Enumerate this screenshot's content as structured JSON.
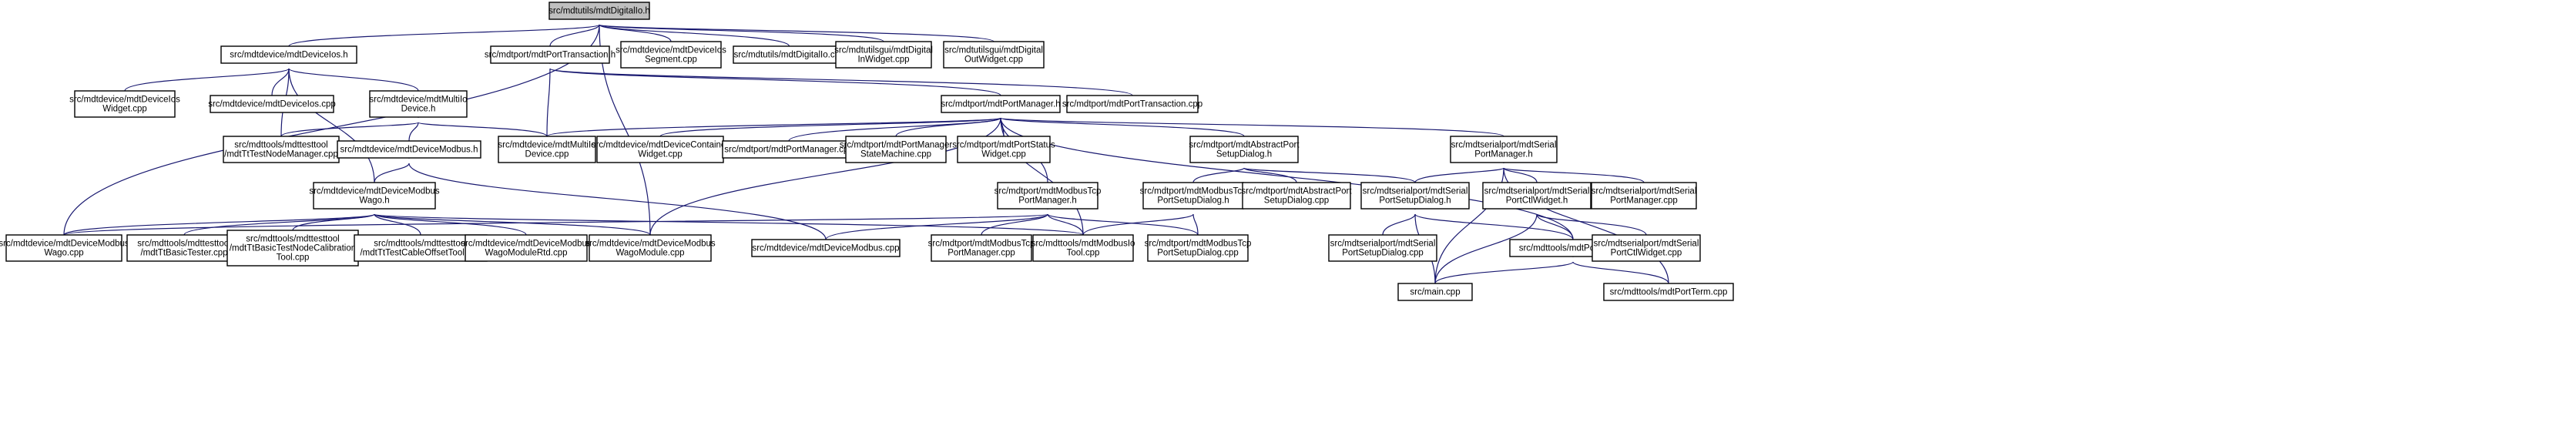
{
  "graph": {
    "nodes": [
      {
        "id": "root",
        "lines": [
          "src/mdtutils/mdtDigitalIo.h"
        ],
        "root": true
      },
      {
        "id": "deviceios_h",
        "lines": [
          "src/mdtdevice/mdtDeviceIos.h"
        ]
      },
      {
        "id": "porttransaction_h",
        "lines": [
          "src/mdtport/mdtPortTransaction.h"
        ]
      },
      {
        "id": "deviceiossegment_cpp",
        "lines": [
          "src/mdtdevice/mdtDeviceIos",
          "Segment.cpp"
        ]
      },
      {
        "id": "digitalio_cpp",
        "lines": [
          "src/mdtutils/mdtDigitalIo.cpp"
        ]
      },
      {
        "id": "digitalinwidget_cpp",
        "lines": [
          "src/mdtutilsgui/mdtDigital",
          "InWidget.cpp"
        ]
      },
      {
        "id": "digitaloutwidget_cpp",
        "lines": [
          "src/mdtutilsgui/mdtDigital",
          "OutWidget.cpp"
        ]
      },
      {
        "id": "deviceioswidget_cpp",
        "lines": [
          "src/mdtdevice/mdtDeviceIos",
          "Widget.cpp"
        ]
      },
      {
        "id": "deviceios_cpp",
        "lines": [
          "src/mdtdevice/mdtDeviceIos.cpp"
        ]
      },
      {
        "id": "multiiodevice_h",
        "lines": [
          "src/mdtdevice/mdtMultiIo",
          "Device.h"
        ]
      },
      {
        "id": "porttransaction_cpp",
        "lines": [
          "src/mdtport/mdtPortTransaction.cpp"
        ]
      },
      {
        "id": "portmanager_h",
        "lines": [
          "src/mdtport/mdtPortManager.h"
        ]
      },
      {
        "id": "testnodemanager_cpp",
        "lines": [
          "src/mdttools/mdttesttool",
          "/mdtTtTestNodeManager.cpp"
        ]
      },
      {
        "id": "devicemodbus_h",
        "lines": [
          "src/mdtdevice/mdtDeviceModbus.h"
        ]
      },
      {
        "id": "multiiodevice_cpp",
        "lines": [
          "src/mdtdevice/mdtMultiIo",
          "Device.cpp"
        ]
      },
      {
        "id": "devicecontainerwidget_cpp",
        "lines": [
          "src/mdtdevice/mdtDeviceContainer",
          "Widget.cpp"
        ]
      },
      {
        "id": "portmanager_cpp",
        "lines": [
          "src/mdtport/mdtPortManager.cpp"
        ]
      },
      {
        "id": "portmanagerstatemachine_cpp",
        "lines": [
          "src/mdtport/mdtPortManager",
          "StateMachine.cpp"
        ]
      },
      {
        "id": "portstatuswidget_cpp",
        "lines": [
          "src/mdtport/mdtPortStatus",
          "Widget.cpp"
        ]
      },
      {
        "id": "abstractportsetupdialog_h",
        "lines": [
          "src/mdtport/mdtAbstractPort",
          "SetupDialog.h"
        ]
      },
      {
        "id": "serialportmanager_h",
        "lines": [
          "src/mdtserialport/mdtSerial",
          "PortManager.h"
        ]
      },
      {
        "id": "devicemodbuswago_h",
        "lines": [
          "src/mdtdevice/mdtDeviceModbus",
          "Wago.h"
        ]
      },
      {
        "id": "modbustcpportmanager_h",
        "lines": [
          "src/mdtport/mdtModbusTcp",
          "PortManager.h"
        ]
      },
      {
        "id": "modbustcpportsetupdialog_h",
        "lines": [
          "src/mdtport/mdtModbusTcp",
          "PortSetupDialog.h"
        ]
      },
      {
        "id": "abstractportsetupdialog_cpp",
        "lines": [
          "src/mdtport/mdtAbstractPort",
          "SetupDialog.cpp"
        ]
      },
      {
        "id": "serialportsetupdialog_h",
        "lines": [
          "src/mdtserialport/mdtSerial",
          "PortSetupDialog.h"
        ]
      },
      {
        "id": "serialportctlwidget_h",
        "lines": [
          "src/mdtserialport/mdtSerial",
          "PortCtlWidget.h"
        ]
      },
      {
        "id": "serialportmanager_cpp",
        "lines": [
          "src/mdtserialport/mdtSerial",
          "PortManager.cpp"
        ]
      },
      {
        "id": "devicemodbuswago_cpp",
        "lines": [
          "src/mdtdevice/mdtDeviceModbus",
          "Wago.cpp"
        ]
      },
      {
        "id": "basictester_cpp",
        "lines": [
          "src/mdttools/mdttesttool",
          "/mdtTtBasicTester.cpp"
        ]
      },
      {
        "id": "basictestnodecalibrationtool_cpp",
        "lines": [
          "src/mdttools/mdttesttool",
          "/mdtTtBasicTestNodeCalibration",
          "Tool.cpp"
        ]
      },
      {
        "id": "testcableoffsettool_cpp",
        "lines": [
          "src/mdttools/mdttesttool",
          "/mdtTtTestCableOffsetTool.cpp"
        ]
      },
      {
        "id": "devicemodbuswagomodulertd_cpp",
        "lines": [
          "src/mdtdevice/mdtDeviceModbus",
          "WagoModuleRtd.cpp"
        ]
      },
      {
        "id": "devicemodbuswagomodule_cpp",
        "lines": [
          "src/mdtdevice/mdtDeviceModbus",
          "WagoModule.cpp"
        ]
      },
      {
        "id": "devicemodbus_cpp",
        "lines": [
          "src/mdtdevice/mdtDeviceModbus.cpp"
        ]
      },
      {
        "id": "modbustcpportmanager_cpp",
        "lines": [
          "src/mdtport/mdtModbusTcp",
          "PortManager.cpp"
        ]
      },
      {
        "id": "modbusiotool_cpp",
        "lines": [
          "src/mdttools/mdtModbusIo",
          "Tool.cpp"
        ]
      },
      {
        "id": "modbustcpportsetupdialog_cpp",
        "lines": [
          "src/mdtport/mdtModbusTcp",
          "PortSetupDialog.cpp"
        ]
      },
      {
        "id": "serialportsetupdialog_cpp",
        "lines": [
          "src/mdtserialport/mdtSerial",
          "PortSetupDialog.cpp"
        ]
      },
      {
        "id": "portterm_h",
        "lines": [
          "src/mdttools/mdtPortTerm.h"
        ]
      },
      {
        "id": "serialportctlwidget_cpp",
        "lines": [
          "src/mdtserialport/mdtSerial",
          "PortCtlWidget.cpp"
        ]
      },
      {
        "id": "main_cpp",
        "lines": [
          "src/main.cpp"
        ]
      },
      {
        "id": "portterm_cpp",
        "lines": [
          "src/mdttools/mdtPortTerm.cpp"
        ]
      }
    ],
    "edges": [
      [
        "root",
        "deviceios_h"
      ],
      [
        "root",
        "porttransaction_h"
      ],
      [
        "root",
        "deviceiossegment_cpp"
      ],
      [
        "root",
        "digitalio_cpp"
      ],
      [
        "root",
        "digitalinwidget_cpp"
      ],
      [
        "root",
        "digitaloutwidget_cpp"
      ],
      [
        "root",
        "devicemodbuswago_cpp"
      ],
      [
        "root",
        "devicemodbuswagomodule_cpp"
      ],
      [
        "deviceios_h",
        "deviceioswidget_cpp"
      ],
      [
        "deviceios_h",
        "deviceios_cpp"
      ],
      [
        "deviceios_h",
        "multiiodevice_h"
      ],
      [
        "deviceios_h",
        "testnodemanager_cpp"
      ],
      [
        "deviceios_h",
        "devicemodbuswago_h"
      ],
      [
        "porttransaction_h",
        "porttransaction_cpp"
      ],
      [
        "porttransaction_h",
        "portmanager_h"
      ],
      [
        "porttransaction_h",
        "multiiodevice_cpp"
      ],
      [
        "multiiodevice_h",
        "testnodemanager_cpp"
      ],
      [
        "multiiodevice_h",
        "devicemodbus_h"
      ],
      [
        "multiiodevice_h",
        "multiiodevice_cpp"
      ],
      [
        "portmanager_h",
        "multiiodevice_cpp"
      ],
      [
        "portmanager_h",
        "devicecontainerwidget_cpp"
      ],
      [
        "portmanager_h",
        "portmanager_cpp"
      ],
      [
        "portmanager_h",
        "portmanagerstatemachine_cpp"
      ],
      [
        "portmanager_h",
        "portstatuswidget_cpp"
      ],
      [
        "portmanager_h",
        "abstractportsetupdialog_h"
      ],
      [
        "portmanager_h",
        "serialportmanager_h"
      ],
      [
        "portmanager_h",
        "modbustcpportmanager_h"
      ],
      [
        "portmanager_h",
        "modbusiotool_cpp"
      ],
      [
        "portmanager_h",
        "devicemodbuswagomodule_cpp"
      ],
      [
        "portmanager_h",
        "portterm_h"
      ],
      [
        "devicemodbus_h",
        "devicemodbuswago_h"
      ],
      [
        "devicemodbus_h",
        "devicemodbus_cpp"
      ],
      [
        "abstractportsetupdialog_h",
        "modbustcpportsetupdialog_h"
      ],
      [
        "abstractportsetupdialog_h",
        "abstractportsetupdialog_cpp"
      ],
      [
        "abstractportsetupdialog_h",
        "serialportsetupdialog_h"
      ],
      [
        "serialportmanager_h",
        "serialportsetupdialog_h"
      ],
      [
        "serialportmanager_h",
        "serialportctlwidget_h"
      ],
      [
        "serialportmanager_h",
        "serialportmanager_cpp"
      ],
      [
        "serialportmanager_h",
        "main_cpp"
      ],
      [
        "serialportmanager_h",
        "portterm_cpp"
      ],
      [
        "devicemodbuswago_h",
        "devicemodbuswago_cpp"
      ],
      [
        "devicemodbuswago_h",
        "basictester_cpp"
      ],
      [
        "devicemodbuswago_h",
        "basictestnodecalibrationtool_cpp"
      ],
      [
        "devicemodbuswago_h",
        "testcableoffsettool_cpp"
      ],
      [
        "devicemodbuswago_h",
        "devicemodbuswagomodulertd_cpp"
      ],
      [
        "devicemodbuswago_h",
        "devicemodbuswagomodule_cpp"
      ],
      [
        "devicemodbuswago_h",
        "modbusiotool_cpp"
      ],
      [
        "modbustcpportmanager_h",
        "devicemodbuswago_cpp"
      ],
      [
        "modbustcpportmanager_h",
        "devicemodbus_cpp"
      ],
      [
        "modbustcpportmanager_h",
        "modbustcpportmanager_cpp"
      ],
      [
        "modbustcpportmanager_h",
        "modbusiotool_cpp"
      ],
      [
        "modbustcpportmanager_h",
        "modbustcpportsetupdialog_cpp"
      ],
      [
        "modbustcpportsetupdialog_h",
        "modbusiotool_cpp"
      ],
      [
        "modbustcpportsetupdialog_h",
        "modbustcpportsetupdialog_cpp"
      ],
      [
        "serialportsetupdialog_h",
        "serialportsetupdialog_cpp"
      ],
      [
        "serialportsetupdialog_h",
        "portterm_h"
      ],
      [
        "serialportsetupdialog_h",
        "main_cpp"
      ],
      [
        "serialportctlwidget_h",
        "portterm_h"
      ],
      [
        "serialportctlwidget_h",
        "serialportctlwidget_cpp"
      ],
      [
        "serialportctlwidget_h",
        "main_cpp"
      ],
      [
        "portterm_h",
        "main_cpp"
      ],
      [
        "portterm_h",
        "portterm_cpp"
      ]
    ]
  }
}
